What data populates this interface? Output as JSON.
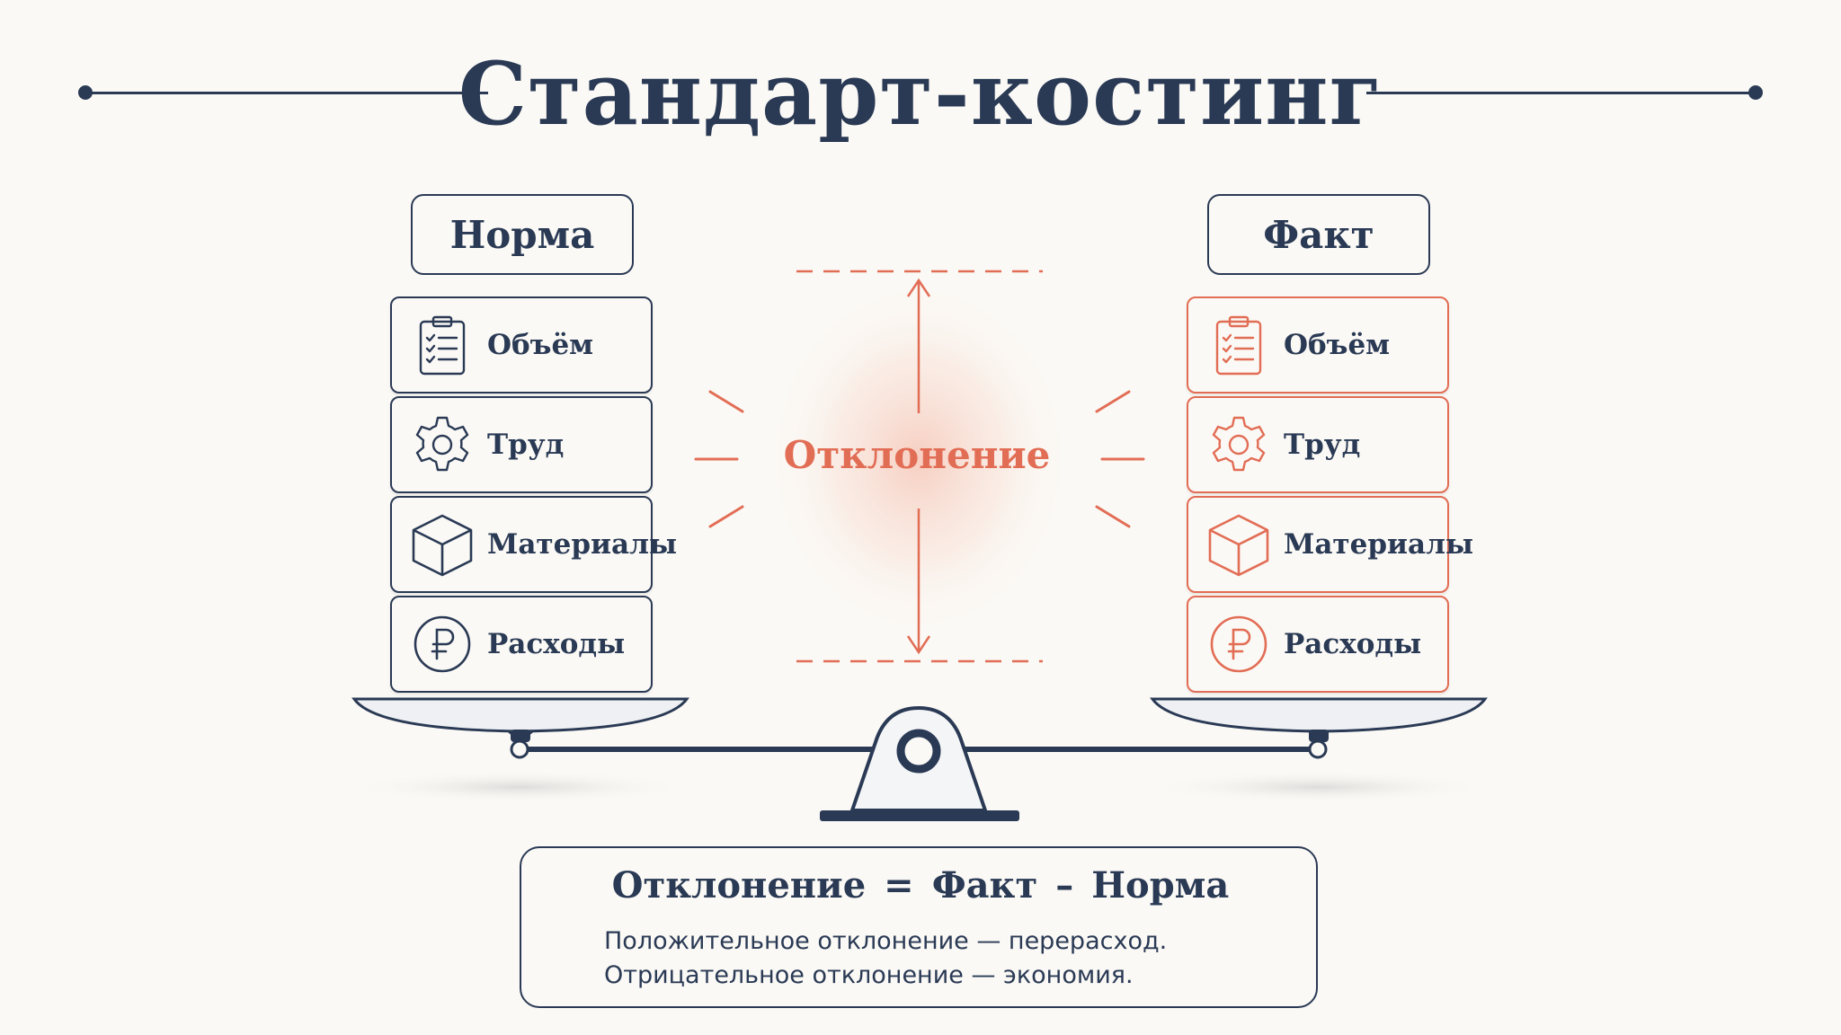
{
  "title": "Стандарт-костинг",
  "colors": {
    "navy": "#2a3a55",
    "accent": "#e26d55",
    "background": "#fbf9f5"
  },
  "norm": {
    "header": "Норма",
    "items": [
      {
        "label": "Объём",
        "icon": "clipboard-checklist-icon"
      },
      {
        "label": "Труд",
        "icon": "gear-icon"
      },
      {
        "label": "Материалы",
        "icon": "cube-icon"
      },
      {
        "label": "Расходы",
        "icon": "ruble-icon"
      }
    ]
  },
  "fact": {
    "header": "Факт",
    "items": [
      {
        "label": "Объём",
        "icon": "clipboard-checklist-icon"
      },
      {
        "label": "Труд",
        "icon": "gear-icon"
      },
      {
        "label": "Материалы",
        "icon": "cube-icon"
      },
      {
        "label": "Расходы",
        "icon": "ruble-icon"
      }
    ]
  },
  "deviation_label": "Отклонение",
  "formula": {
    "lhs": "Отклонение",
    "eq": "=",
    "a": "Факт",
    "minus": "–",
    "b": "Норма",
    "notes": [
      "Положительное отклонение — перерасход.",
      "Отрицательное отклонение — экономия."
    ]
  }
}
